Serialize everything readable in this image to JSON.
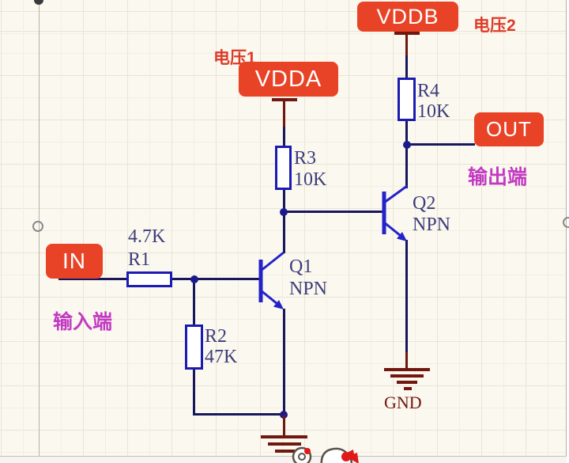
{
  "net_labels": {
    "vddb": "VDDB",
    "vdda": "VDDA",
    "out": "OUT",
    "in": "IN"
  },
  "annotations": {
    "voltage1": "电压1",
    "voltage2": "电压2",
    "input_port": "输入端",
    "output_port": "输出端"
  },
  "components": {
    "r1": {
      "ref": "R1",
      "value": "4.7K"
    },
    "r2": {
      "ref": "R2",
      "value": "47K"
    },
    "r3": {
      "ref": "R3",
      "value": "10K"
    },
    "r4": {
      "ref": "R4",
      "value": "10K"
    },
    "q1": {
      "ref": "Q1",
      "type": "NPN"
    },
    "q2": {
      "ref": "Q2",
      "type": "NPN"
    },
    "gnd_label": "GND"
  },
  "colors": {
    "net_label_bg": "#e84327",
    "annotation_red": "#dd3a28",
    "annotation_magenta": "#c23ac2",
    "wire": "#17175e",
    "symbol_blue": "#2323c8",
    "component_text": "#3d3d7a",
    "ground_maroon": "#701710",
    "canvas_bg": "#fbf8ef"
  }
}
